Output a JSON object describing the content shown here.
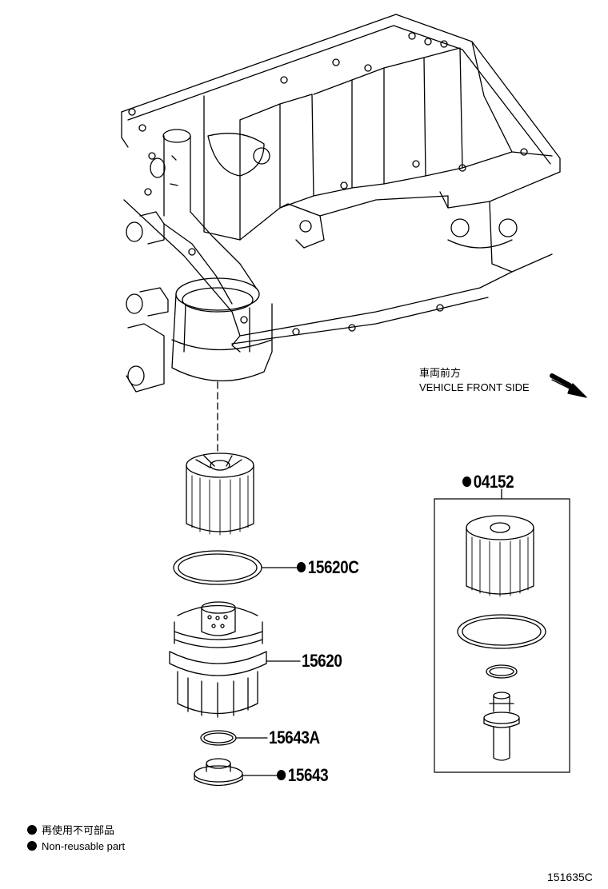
{
  "direction": {
    "label_jp": "車両前方",
    "label_en": "VEHICLE FRONT SIDE",
    "icon": "arrow-down-right-icon"
  },
  "parts": [
    {
      "key": "kit",
      "number": "04152",
      "non_reusable": true
    },
    {
      "key": "o_ring_large",
      "number": "15620C",
      "non_reusable": true
    },
    {
      "key": "filter_cap",
      "number": "15620",
      "non_reusable": false
    },
    {
      "key": "o_ring_small",
      "number": "15643A",
      "non_reusable": false
    },
    {
      "key": "drain_plug",
      "number": "15643",
      "non_reusable": true
    }
  ],
  "legend": {
    "label_jp": "再使用不可部品",
    "label_en": "Non-reusable part",
    "icon": "filled-circle-icon"
  },
  "figure_id": "151635C"
}
